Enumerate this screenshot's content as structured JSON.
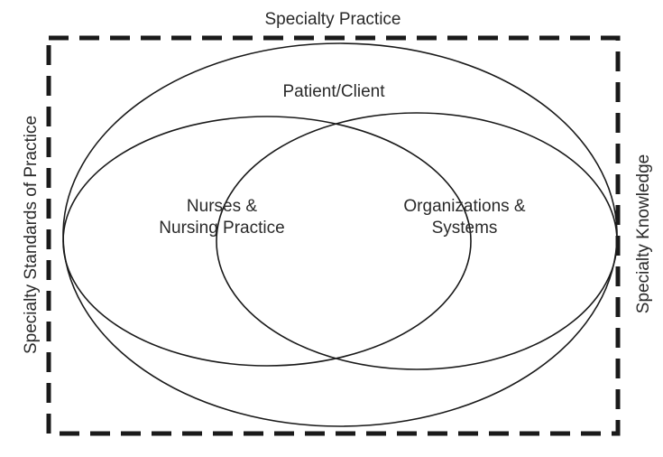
{
  "diagram": {
    "frame_label_top": "Specialty Practice",
    "frame_label_left": "Specialty Standards of Practice",
    "frame_label_right": "Specialty Knowledge",
    "outer_ellipse_label": "Patient/Client",
    "left_circle_label": [
      "Nurses &",
      "Nursing Practice"
    ],
    "right_circle_label": [
      "Organizations &",
      "Systems"
    ],
    "colors": {
      "stroke": "#1a1a1a",
      "text": "#2a2a2a",
      "background": "#ffffff"
    }
  }
}
